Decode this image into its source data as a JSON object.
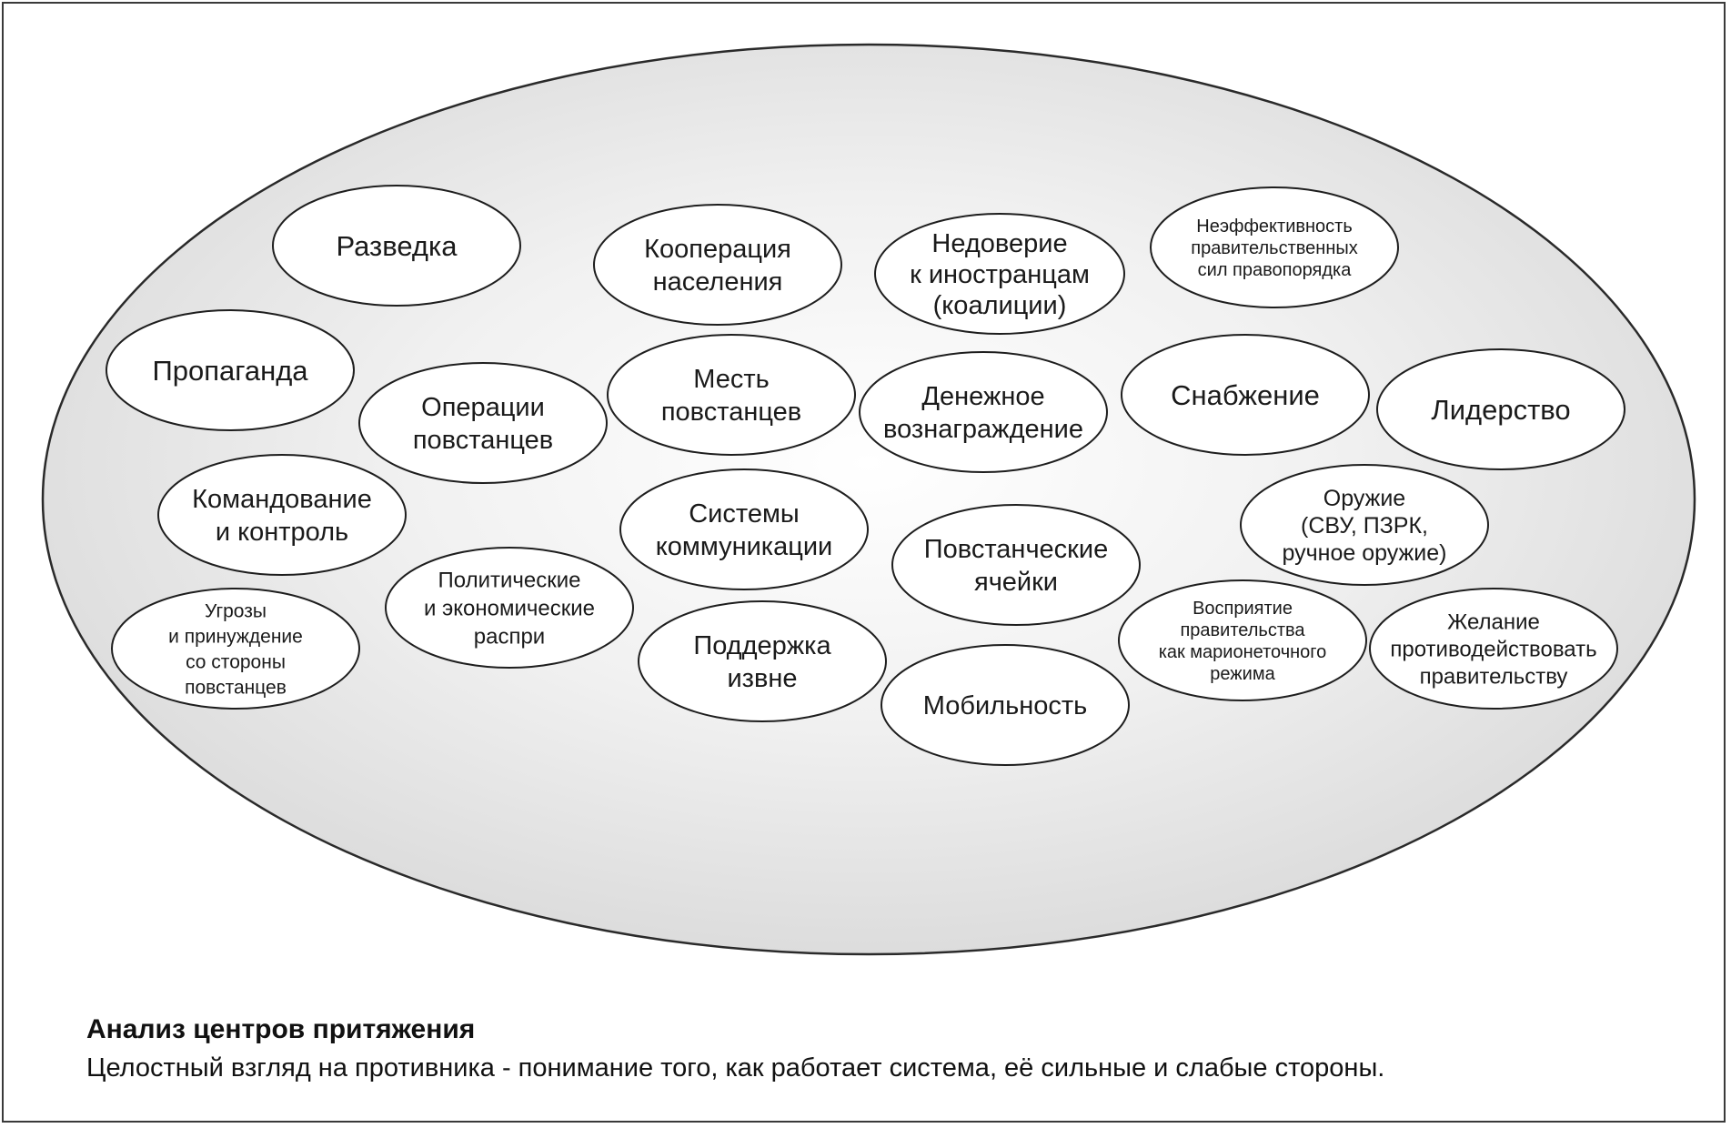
{
  "diagram": {
    "nodes": [
      {
        "id": "razvedka",
        "lines": [
          "Разведка"
        ]
      },
      {
        "id": "kooperaciya",
        "lines": [
          "Кооперация",
          "населения"
        ]
      },
      {
        "id": "nedoverie",
        "lines": [
          "Недоверие",
          "к иностранцам",
          "(коалиции)"
        ]
      },
      {
        "id": "neeffektivnost",
        "lines": [
          "Неэффективность",
          "правительственных",
          "сил правопорядка"
        ]
      },
      {
        "id": "propaganda",
        "lines": [
          "Пропаганда"
        ]
      },
      {
        "id": "operacii",
        "lines": [
          "Операции",
          "повстанцев"
        ]
      },
      {
        "id": "mest",
        "lines": [
          "Месть",
          "повстанцев"
        ]
      },
      {
        "id": "denezhnoe",
        "lines": [
          "Денежное",
          "вознаграждение"
        ]
      },
      {
        "id": "snabzhenie",
        "lines": [
          "Снабжение"
        ]
      },
      {
        "id": "liderstvo",
        "lines": [
          "Лидерство"
        ]
      },
      {
        "id": "komandovanie",
        "lines": [
          "Командование",
          "и контроль"
        ]
      },
      {
        "id": "sistemy",
        "lines": [
          "Системы",
          "коммуникации"
        ]
      },
      {
        "id": "oruzhie",
        "lines": [
          "Оружие",
          "(СВУ, ПЗРК,",
          "ручное оружие)"
        ]
      },
      {
        "id": "povstancheskie",
        "lines": [
          "Повстанческие",
          "ячейки"
        ]
      },
      {
        "id": "politicheskie",
        "lines": [
          "Политические",
          "и экономические",
          "распри"
        ]
      },
      {
        "id": "ugrozy",
        "lines": [
          "Угрозы",
          "и принуждение",
          "со стороны",
          "повстанцев"
        ]
      },
      {
        "id": "podderzhka",
        "lines": [
          "Поддержка",
          "извне"
        ]
      },
      {
        "id": "vospriyatie",
        "lines": [
          "Восприятие",
          "правительства",
          "как марионеточного",
          "режима"
        ]
      },
      {
        "id": "zhelanie",
        "lines": [
          "Желание",
          "противодействовать",
          "правительству"
        ]
      },
      {
        "id": "mobilnost",
        "lines": [
          "Мобильность"
        ]
      }
    ]
  },
  "caption": {
    "title": "Анализ центров притяжения",
    "subtitle": "Целостный взгляд на противника - понимание того, как работает система, её сильные и слабые стороны."
  }
}
